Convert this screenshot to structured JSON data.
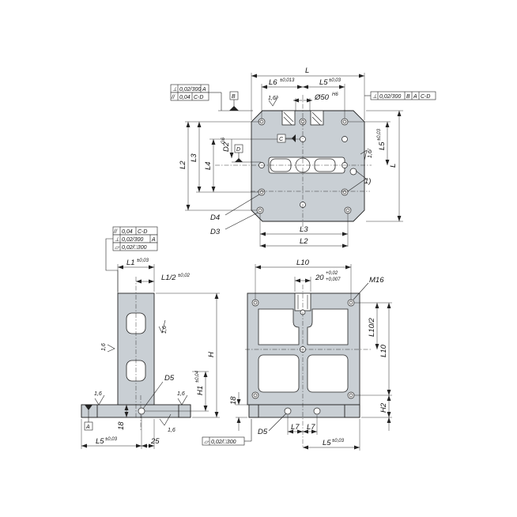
{
  "top_view": {
    "dims": {
      "L": "L",
      "L6": "L6",
      "L6_tol": "±0,013",
      "L5": "L5",
      "L5_tol": "±0,03",
      "bore": "Ø50",
      "bore_tol": "H6",
      "L2": "L2",
      "L3": "L3",
      "L4": "L4",
      "D2": "D2",
      "D2_tol": "G6",
      "D3": "D3",
      "D4": "D4",
      "note_1": "1)",
      "roughness": "1,6/"
    },
    "datums": {
      "B": "B",
      "C": "C",
      "D": "D"
    },
    "fcf_left": [
      [
        "⊥",
        "0,02/300",
        "A"
      ],
      [
        "//",
        "0,04",
        "C-D"
      ]
    ],
    "fcf_right": [
      "⊥",
      "0,02/300",
      "B",
      "A",
      "C-D"
    ]
  },
  "side_view": {
    "dims": {
      "L1": "L1",
      "L1_tol": "±0,03",
      "L1_2": "L1/2",
      "L1_2_tol": "±0,02",
      "H": "H",
      "H1": "H1",
      "H1_tol": "±0,04",
      "D5": "D5",
      "L5": "L5",
      "L5_tol": "±0,03",
      "v18": "18",
      "v25": "25",
      "roughness": "1,6"
    },
    "datums": {
      "A": "A"
    },
    "fcf": [
      [
        "//",
        "0,04",
        "C-D"
      ],
      [
        "⊥",
        "0,02/300",
        "A"
      ],
      [
        "▱",
        "0,02/□300",
        ""
      ]
    ]
  },
  "front_view": {
    "dims": {
      "L10": "L10",
      "L10_2": "L10/2",
      "slot": "20",
      "slot_tol_up": "+0,02",
      "slot_tol_down": "+0,007",
      "M16": "M16",
      "H2": "H2",
      "v18": "18",
      "D5": "D5",
      "L7": "L7",
      "L5": "L5",
      "L5_tol": "±0,03"
    },
    "fcf": [
      "▱",
      "0,02/□300"
    ]
  }
}
